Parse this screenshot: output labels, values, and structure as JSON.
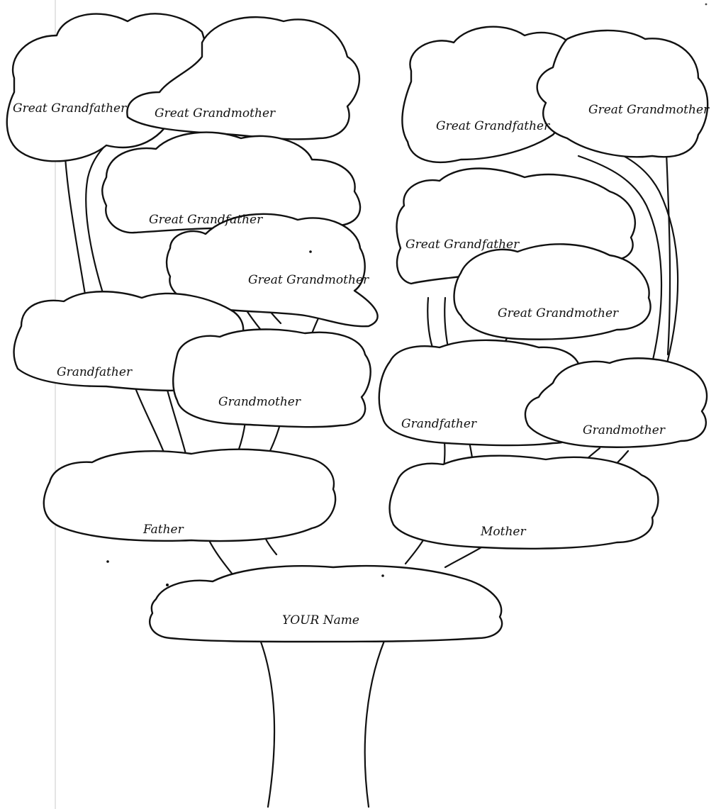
{
  "labels": {
    "paternal_gf_father": "Great Grandfather",
    "paternal_gf_mother": "Great Grandmother",
    "paternal_gm_father": "Great Grandfather",
    "paternal_gm_mother": "Great Grandmother",
    "maternal_gf_father": "Great Grandfather",
    "maternal_gf_mother": "Great Grandmother",
    "maternal_gm_father": "Great Grandfather",
    "maternal_gm_mother": "Great Grandmother",
    "paternal_grandfather": "Grandfather",
    "paternal_grandmother": "Grandmother",
    "maternal_grandfather": "Grandfather",
    "maternal_grandmother": "Grandmother",
    "father": "Father",
    "mother": "Mother",
    "you": "YOUR Name"
  }
}
